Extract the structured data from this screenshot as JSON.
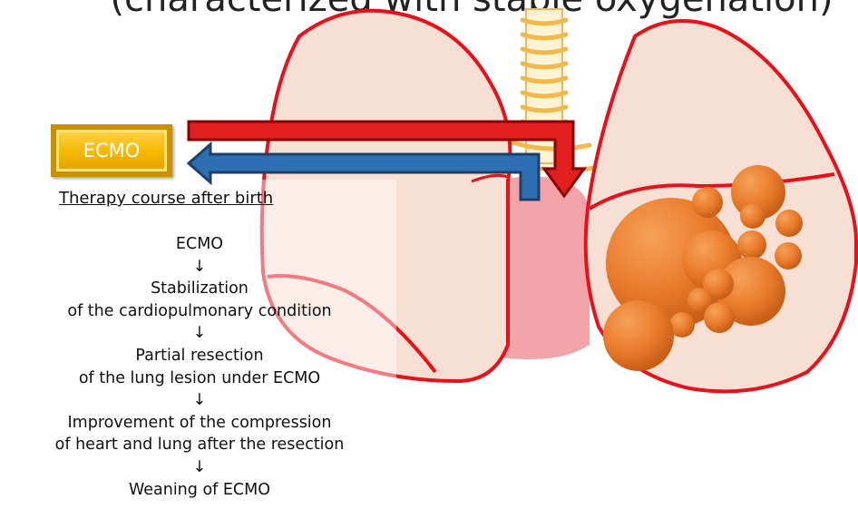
{
  "title": "(characterized with stable oxygenation)",
  "ecmo_label": "ECMO",
  "course_title": "Therapy course after birth",
  "course_steps": [
    "ECMO",
    "↓",
    "Stabilization",
    "of the cardiopulmonary condition",
    "↓",
    "Partial resection",
    "of the lung lesion under ECMO",
    "↓",
    "Improvement of the compression",
    "of heart and lung after the resection",
    "↓",
    "Weaning of ECMO"
  ],
  "colors": {
    "lung_fill": "#f8dfd3",
    "lung_outline": "#e8101a",
    "heart": "#f29aa0",
    "trachea": "#f5c46a",
    "cyst": "#e97b2c",
    "arrow_red": "#e11f1f",
    "arrow_blue": "#2e6fb3",
    "ecmo_box": "#f5b800"
  }
}
